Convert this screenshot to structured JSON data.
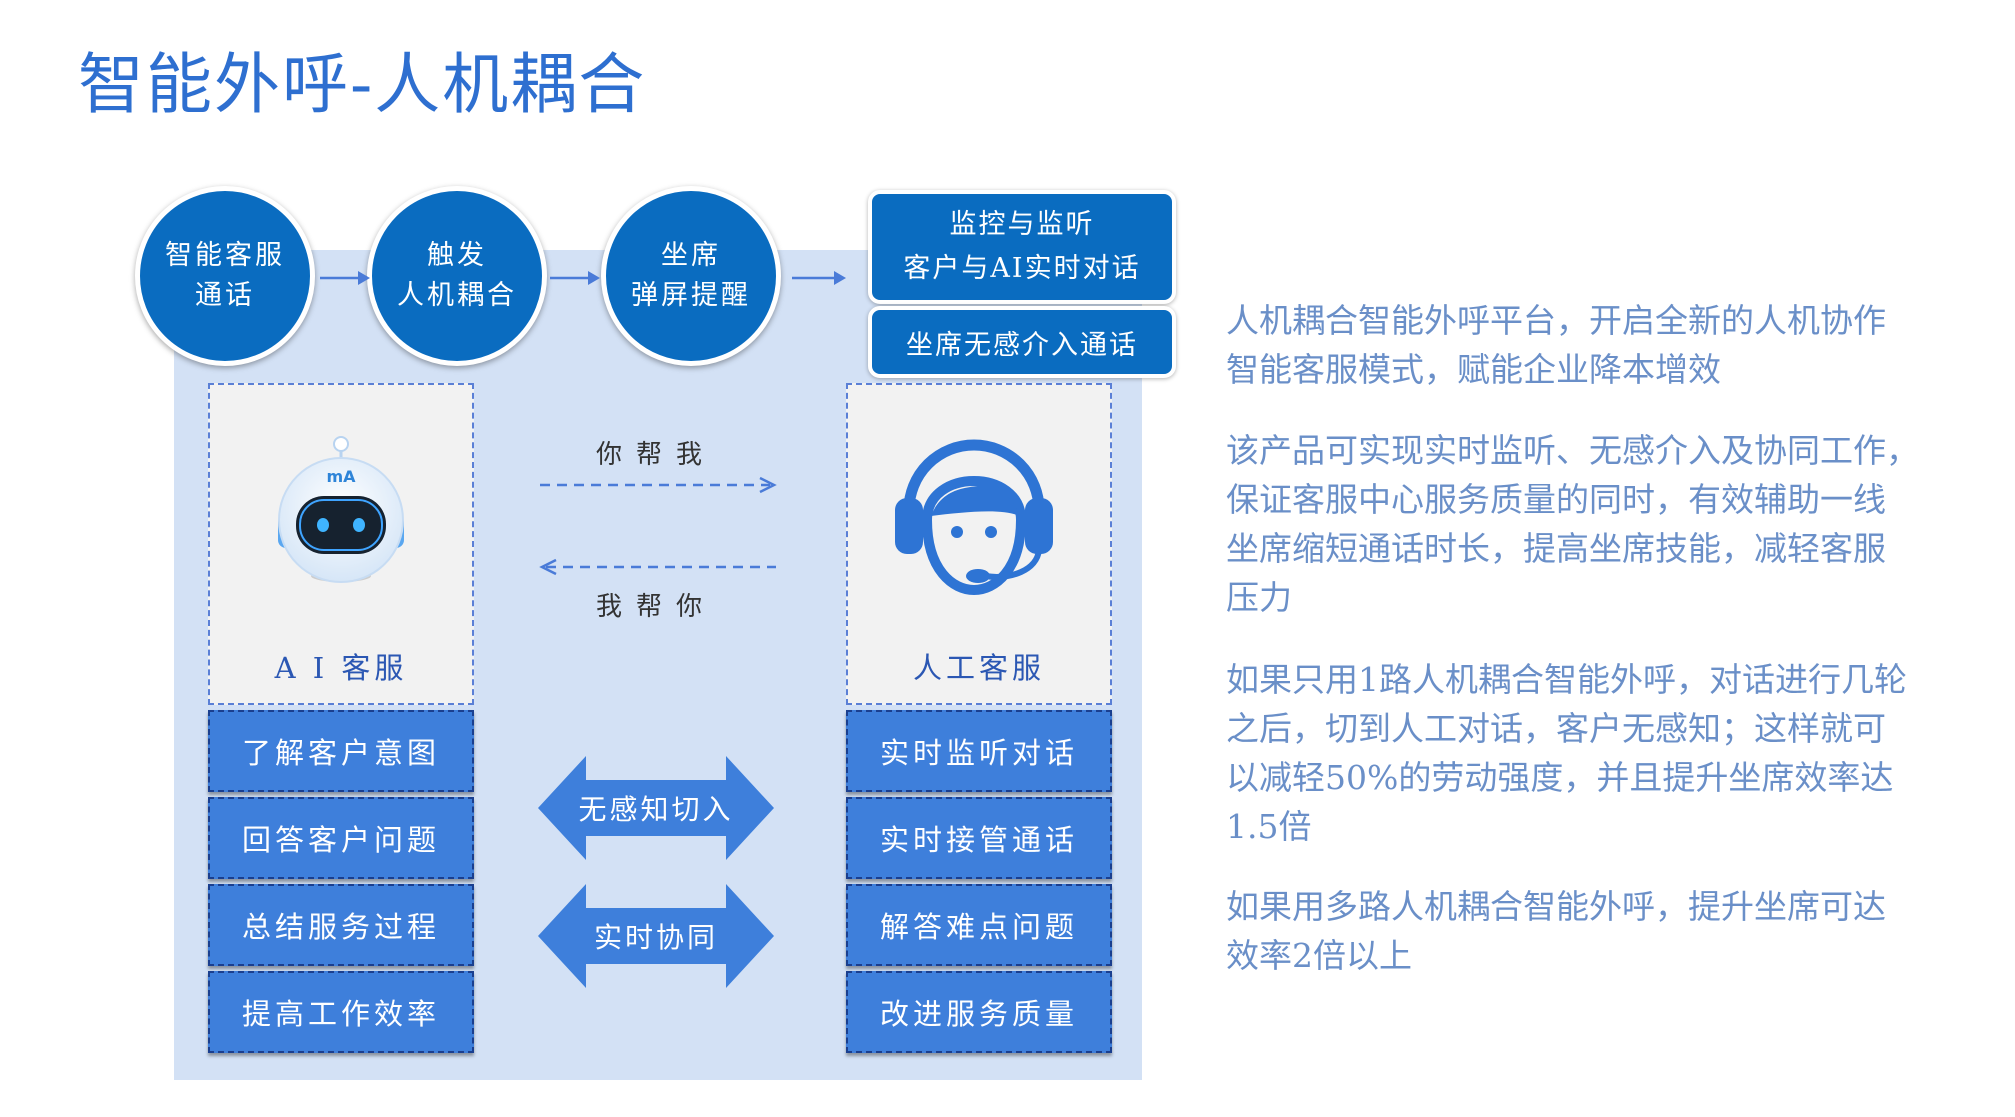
{
  "title": "智能外呼-人机耦合",
  "flow": {
    "step1": [
      "智能客服",
      "通话"
    ],
    "step2": [
      "触发",
      "人机耦合"
    ],
    "step3": [
      "坐席",
      "弹屏提醒"
    ],
    "box_top": [
      "监控与监听",
      "客户与AI实时对话"
    ],
    "box_bottom": "坐席无感介入通话"
  },
  "left_column": {
    "label": "A I 客服",
    "robot_badge": "mA",
    "buttons": [
      "了解客户意图",
      "回答客户问题",
      "总结服务过程",
      "提高工作效率"
    ]
  },
  "right_column": {
    "label": "人工客服",
    "buttons": [
      "实时监听对话",
      "实时接管通话",
      "解答难点问题",
      "改进服务质量"
    ]
  },
  "middle": {
    "top_label": "你帮我",
    "bottom_label": "我帮你",
    "double_arrows": [
      "无感知切入",
      "实时协同"
    ]
  },
  "description": [
    [
      "人机耦合智能外呼平台，开启全新的人机协作",
      "智能客服模式，赋能企业降本增效"
    ],
    [
      "该产品可实现实时监听、无感介入及协同工作，",
      "保证客服中心服务质量的同时，有效辅助一线",
      "坐席缩短通话时长，提高坐席技能，减轻客服",
      "压力"
    ],
    [
      "如果只用1路人机耦合智能外呼，对话进行几轮",
      "之后，切到人工对话，客户无感知；这样就可",
      "以减轻50%的劳动强度，并且提升坐席效率达",
      "1.5倍"
    ],
    [
      "如果用多路人机耦合智能外呼，提升坐席可达",
      "效率2倍以上"
    ]
  ],
  "colors": {
    "title": "#2e6fd0",
    "circle": "#0a6cc0",
    "button": "#3e7fdb",
    "panel": "#d3e1f5",
    "arrow": "#4a7bd8",
    "text": "#6a8fc8"
  },
  "icons": {
    "robot": "robot-icon",
    "agent": "headset-agent-icon"
  }
}
